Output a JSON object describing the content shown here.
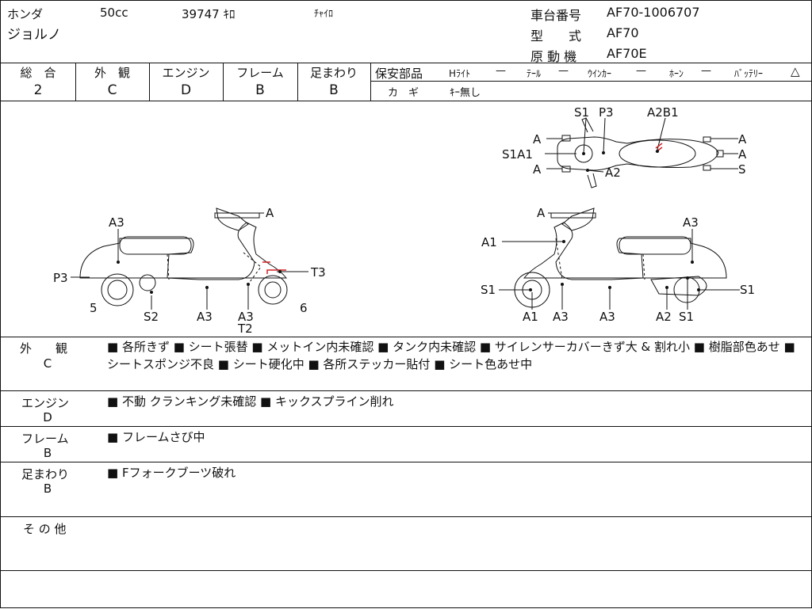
{
  "vehicle": {
    "maker": "ホンダ",
    "model": "ジョルノ",
    "displacement": "50cc",
    "mileage": "39747 ｷﾛ",
    "color": "ﾁｬｲﾛ",
    "frame_no_label": "車台番号",
    "frame_no": "AF70-1006707",
    "type_label": "型　　式",
    "type": "AF70",
    "engine_label": "原 動 機",
    "engine": "AF70E"
  },
  "grades": {
    "overall_label": "総　合",
    "overall": "2",
    "exterior_label": "外　観",
    "exterior": "C",
    "engine_label": "エンジン",
    "engine": "D",
    "frame_label": "フレーム",
    "frame": "B",
    "suspension_label": "足まわり",
    "suspension": "B"
  },
  "safety": {
    "label": "保安部品",
    "items": [
      {
        "name": "Hﾗｲﾄ",
        "value": "—"
      },
      {
        "name": "ﾃｰﾙ",
        "value": "—"
      },
      {
        "name": "ｳｲﾝｶｰ",
        "value": "—"
      },
      {
        "name": "ﾎｰﾝ",
        "value": "—"
      },
      {
        "name": "ﾊﾞｯﾃﾘｰ",
        "value": "△"
      }
    ],
    "key_label": "カ　ギ",
    "key_value": "ｷｰ無し"
  },
  "diagram_labels": {
    "top": [
      "S1",
      "P3",
      "A2B1",
      "A",
      "A",
      "A",
      "A",
      "S",
      "S1A1",
      "A2"
    ],
    "left": [
      "A",
      "A3",
      "P3",
      "T3",
      "5",
      "S2",
      "A3",
      "A3",
      "T2",
      "6"
    ],
    "right": [
      "A",
      "A1",
      "A3",
      "S1",
      "S1",
      "A1",
      "A3",
      "A3",
      "A2",
      "S1"
    ]
  },
  "sections": [
    {
      "title": "外　　観",
      "grade": "C",
      "text": "■ 各所きず ■ シート張替 ■ メットイン内未確認 ■ タンク内未確認 ■ サイレンサーカバーきず大 & 割れ小 ■ 樹脂部色あせ ■ シートスポンジ不良 ■ シート硬化中 ■ 各所ステッカー貼付 ■ シート色あせ中"
    },
    {
      "title": "エンジン",
      "grade": "D",
      "text": "■ 不動 クランキング未確認 ■ キックスプライン削れ"
    },
    {
      "title": "フレーム",
      "grade": "B",
      "text": "■ フレームさび中"
    },
    {
      "title": "足まわり",
      "grade": "B",
      "text": "■ Fフォークブーツ破れ"
    },
    {
      "title": "そ の 他",
      "grade": "",
      "text": ""
    }
  ],
  "colors": {
    "damage_mark": "#d22020",
    "line": "#111111"
  }
}
